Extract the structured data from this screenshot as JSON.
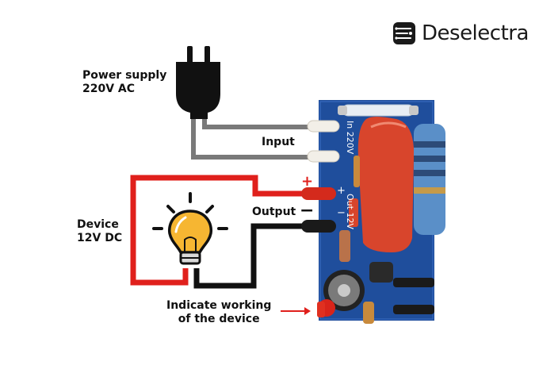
{
  "brand": {
    "name": "Deselectra",
    "icon": "circuit-chip-icon"
  },
  "labels": {
    "power_supply_line1": "Power supply",
    "power_supply_line2": "220V AC",
    "input": "Input",
    "output": "Output",
    "plus": "+",
    "minus": "−",
    "device_line1": "Device",
    "device_line2": "12V DC",
    "indicator_line1": "Indicate working",
    "indicator_line2": "of the device"
  },
  "board_text": {
    "in_220v": "In 220V",
    "out_12v": "Out 12V",
    "plus_sign": "+",
    "minus_sign": "−"
  },
  "colors": {
    "positive_wire": "#e0201c",
    "negative_wire": "#111111",
    "ac_wire": "#7a7a7a",
    "pcb": "#1f4e9c",
    "capacitor": "#d8452c",
    "resistor": "#5a8fc8",
    "bulb": "#f6b632"
  }
}
